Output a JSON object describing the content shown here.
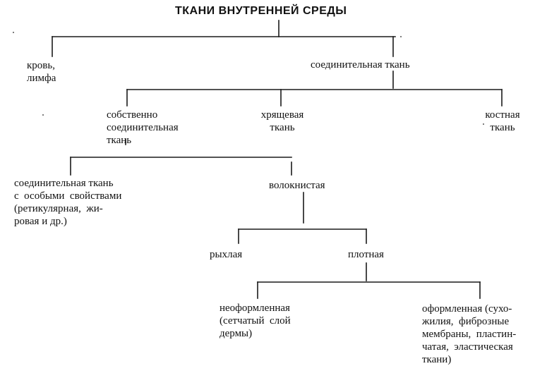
{
  "diagram": {
    "title": "ТКАНИ ВНУТРЕННЕЙ СРЕДЫ",
    "nodes": {
      "blood": "кровь,\nлимфа",
      "connective": "соединительная ткань",
      "proper": "собственно\nсоединительная\nткань",
      "cartilage": "хрящевая\nткань",
      "bone": "костная\nткань",
      "special": "соединительная ткань\nс  особыми  свойствами\n(ретикулярная,  жи-\nровая и др.)",
      "fibrous": "волокнистая",
      "loose": "рыхлая",
      "dense": "плотная",
      "unformed": "неоформленная\n(сетчатый  слой\nдермы)",
      "formed": "оформленная (сухо-\nжилия,  фиброзные\nмембраны,  пластин-\nчатая,  эластическая\nткани)"
    }
  }
}
